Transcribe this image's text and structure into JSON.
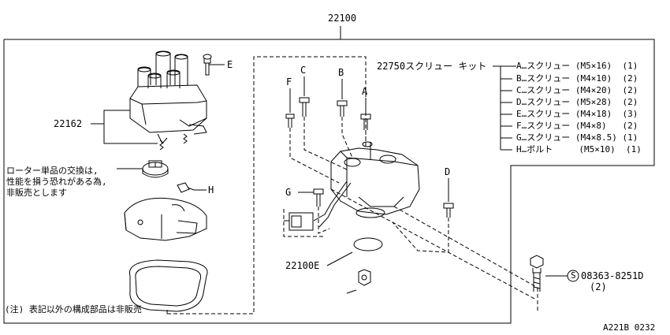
{
  "assembly_number": "22100",
  "cap_number": "22162",
  "oring_number": "22100E",
  "kit": {
    "title": "22750スクリュー キット",
    "items": [
      "A…スクリュー (M5×16)  (1)",
      "B…スクリュー (M4×10)  (2)",
      "C…スクリュー (M4×20)  (2)",
      "D…スクリュー (M5×28)  (2)",
      "E…スクリュー (M4×18)  (3)",
      "F…スクリュー (M4×8)   (2)",
      "G…スクリュー (M4×8.5) (1)",
      "H…ボルト     (M5×10)  (1)"
    ]
  },
  "callouts": {
    "A": "A",
    "B": "B",
    "C": "C",
    "D": "D",
    "E": "E",
    "F": "F",
    "G": "G",
    "H": "H"
  },
  "rotor_note": [
    "ローター単品の交換は,",
    "性能を損う恐れがある為,",
    "非販売とします"
  ],
  "footnote": "(注) 表記以外の構成部品は非販売",
  "bolt_part": {
    "symbol": "S",
    "number": "08363-8251D",
    "qty": "(2)"
  },
  "figure_code": "A221B 0232"
}
